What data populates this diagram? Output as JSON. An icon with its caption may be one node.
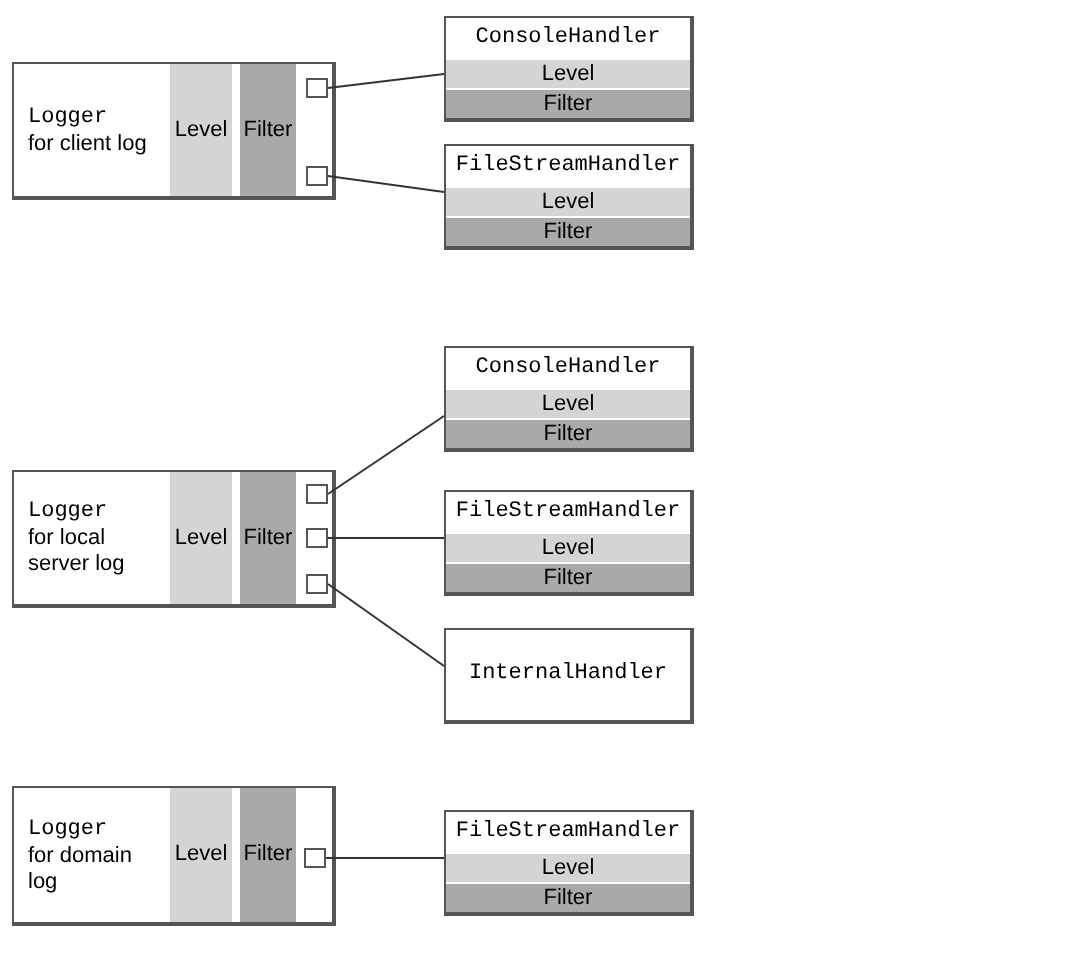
{
  "diagram": {
    "nodes": [
      {
        "text": [
          "Logger",
          "for client log"
        ]
      },
      {
        "text": [
          "Level"
        ],
        "in": 0
      },
      {
        "text": [
          "Filter"
        ],
        "in": 0
      },
      {
        "text": [],
        "shape": "box",
        "in": 0
      },
      {
        "text": [],
        "shape": "box",
        "in": 0
      },
      {
        "text": [
          "ConsoleHandler"
        ]
      },
      {
        "text": [
          "Level"
        ],
        "in": 5
      },
      {
        "text": [
          "Filter"
        ],
        "in": 5
      },
      {
        "text": [
          "FileStreamHandler"
        ]
      },
      {
        "text": [
          "Level"
        ],
        "in": 8
      },
      {
        "text": [
          "Filter"
        ],
        "in": 8
      },
      {
        "text": [
          "Logger",
          "for local server log"
        ]
      },
      {
        "text": [
          "Level"
        ],
        "in": 11
      },
      {
        "text": [
          "Filter"
        ],
        "in": 11
      },
      {
        "text": [],
        "shape": "box",
        "in": 11
      },
      {
        "text": [],
        "shape": "box",
        "in": 11
      },
      {
        "text": [],
        "shape": "box",
        "in": 11
      },
      {
        "text": [
          "ConsoleHandler"
        ]
      },
      {
        "text": [
          "Level"
        ],
        "in": 17
      },
      {
        "text": [
          "Filter"
        ],
        "in": 17
      },
      {
        "text": [
          "FileStreamHandler"
        ]
      },
      {
        "text": [
          "Level"
        ],
        "in": 20
      },
      {
        "text": [
          "Filter"
        ],
        "in": 20
      },
      {
        "text": [
          "InternalHandler"
        ]
      },
      {
        "text": [
          "Logger",
          "for domain log"
        ]
      },
      {
        "text": [
          "Level"
        ],
        "in": 24
      },
      {
        "text": [
          "Filter"
        ],
        "in": 24
      },
      {
        "text": [],
        "shape": "box",
        "in": 24
      },
      {
        "text": [
          "FileStreamHandler"
        ]
      },
      {
        "text": [
          "Level"
        ],
        "in": 28
      },
      {
        "text": [
          "Filter"
        ],
        "in": 28
      }
    ],
    "edges": [
      {
        "from": 3,
        "to": 5,
        "arrow": "none"
      },
      {
        "from": 4,
        "to": 8,
        "arrow": "none"
      },
      {
        "from": 14,
        "to": 17,
        "arrow": "none"
      },
      {
        "from": 15,
        "to": 20,
        "arrow": "none"
      },
      {
        "from": 16,
        "to": 23,
        "arrow": "none"
      },
      {
        "from": 27,
        "to": 28,
        "arrow": "none"
      }
    ]
  }
}
